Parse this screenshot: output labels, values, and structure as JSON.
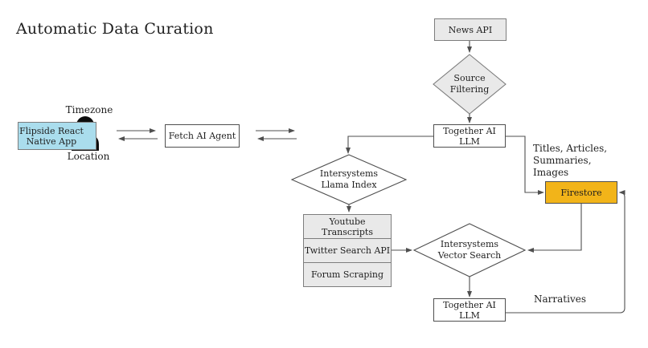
{
  "title": "Automatic Data Curation",
  "colors": {
    "canvas_bg": "#ffffff",
    "gray_fill": "#e9e9e9",
    "gray_border": "#7d7d7d",
    "dark_border": "#4f4f4f",
    "line_color": "#4f4f4f",
    "blue_fill": "#aadded",
    "amber_fill": "#f2b419",
    "text_color": "#1f1f1f",
    "icon_color": "#0d0d0d"
  },
  "nodes": {
    "news_api": "News API",
    "source_filtering": "Source\nFiltering",
    "together_llm_top": "Together AI LLM",
    "flipside_app": "Flipside React\nNative App",
    "fetch_ai_agent": "Fetch AI Agent",
    "llama_index": "Intersystems\nLlama Index",
    "youtube_transcripts": "Youtube Transcripts",
    "twitter_search_api": "Twitter Search API",
    "forum_scraping": "Forum Scraping",
    "vector_search": "Intersystems\nVector Search",
    "firestore": "Firestore",
    "together_llm_bottom": "Together AI LLM"
  },
  "annotations": {
    "timezone": "Timezone",
    "location": "Location",
    "firestore_inputs": "Titles, Articles,\nSummaries, Images",
    "narratives": "Narratives"
  }
}
